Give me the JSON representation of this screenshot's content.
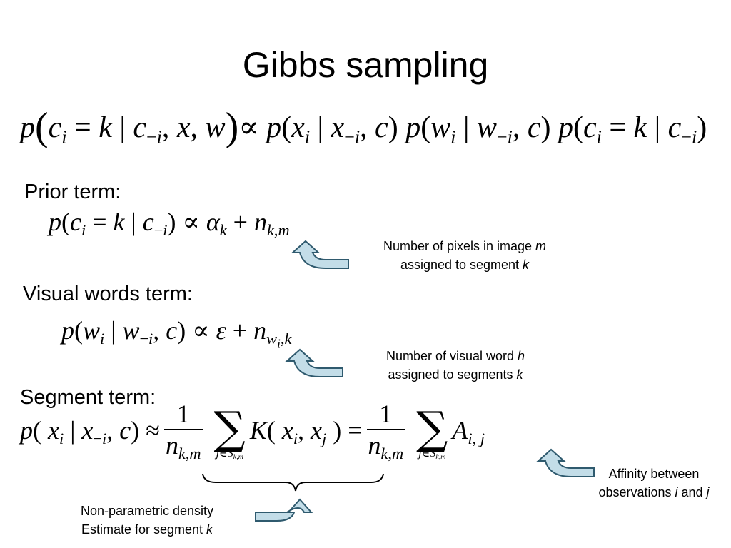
{
  "slide": {
    "title": "Gibbs sampling",
    "prior_label": "Prior term:",
    "visual_label": "Visual words term:",
    "segment_label": "Segment term:",
    "notes": {
      "prior_note_line1": "Number of pixels in image ",
      "prior_note_var1": "m",
      "prior_note_line2": "assigned to segment ",
      "prior_note_var2": "k",
      "visual_note_line1": "Number of visual word ",
      "visual_note_var1": "h",
      "visual_note_line2": "assigned to segments ",
      "visual_note_var2": "k",
      "affinity_note_line1": "Affinity between",
      "affinity_note_line2a": "observations ",
      "affinity_note_var1": "i",
      "affinity_note_and": " and ",
      "affinity_note_var2": "j",
      "density_note_line1": "Non-parametric density",
      "density_note_line2": "Estimate for segment ",
      "density_note_var": "k"
    }
  },
  "colors": {
    "arrow_fill": "#c3dde8",
    "arrow_stroke": "#2f5a6e"
  }
}
